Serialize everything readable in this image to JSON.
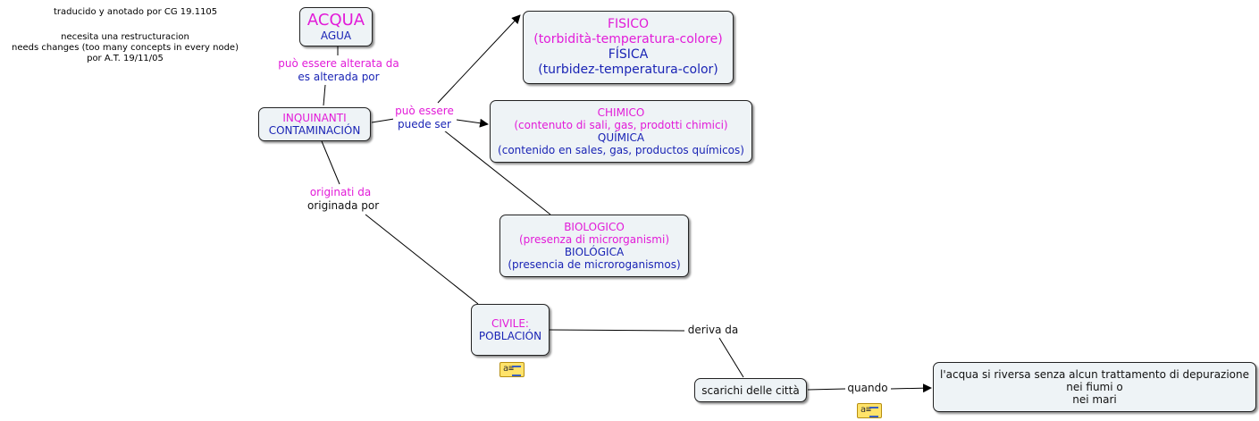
{
  "notes": {
    "translation": "traducido y anotado por CG 19.1105",
    "changes_1": "necesita una restructuracion",
    "changes_2": "needs changes  (too many concepts in every node)",
    "changes_3": "por A.T. 19/11/05"
  },
  "nodes": {
    "acqua": {
      "it": "ACQUA",
      "es": "AGUA"
    },
    "inquinanti": {
      "it": "INQUINANTI",
      "es": "CONTAMINACIÓN"
    },
    "fisico": {
      "it1": "FISICO",
      "it2": "(torbidità-temperatura-colore)",
      "es1": "FÍSICA",
      "es2": "(turbidez-temperatura-color)"
    },
    "chimico": {
      "it1": "CHIMICO",
      "it2": "(contenuto di sali, gas, prodotti chimici)",
      "es1": "QUÍMICA",
      "es2": "(contenido en sales, gas, productos químicos)"
    },
    "biologico": {
      "it1": "BIOLOGICO",
      "it2": "(presenza di microrganismi)",
      "es1": "BIOLÓGICA",
      "es2": "(presencia de microroganismos)"
    },
    "civile": {
      "it": "CIVILE:",
      "es": "POBLACIÓN"
    },
    "scarichi": {
      "text": "scarichi delle città"
    },
    "riversa": {
      "line1": "l'acqua si riversa senza alcun trattamento di depurazione",
      "line2": "nei fiumi o",
      "line3": "nei mari"
    }
  },
  "links": {
    "alterata": {
      "it": "può essere alterata da",
      "es": "es alterada por"
    },
    "puo_essere": {
      "it": "può essere",
      "es": "puede ser"
    },
    "originati": {
      "it": "originati da",
      "es": "originada por"
    },
    "deriva": {
      "text": "deriva da"
    },
    "quando": {
      "text": "quando"
    }
  },
  "icons": {
    "annotation": "a≡"
  }
}
